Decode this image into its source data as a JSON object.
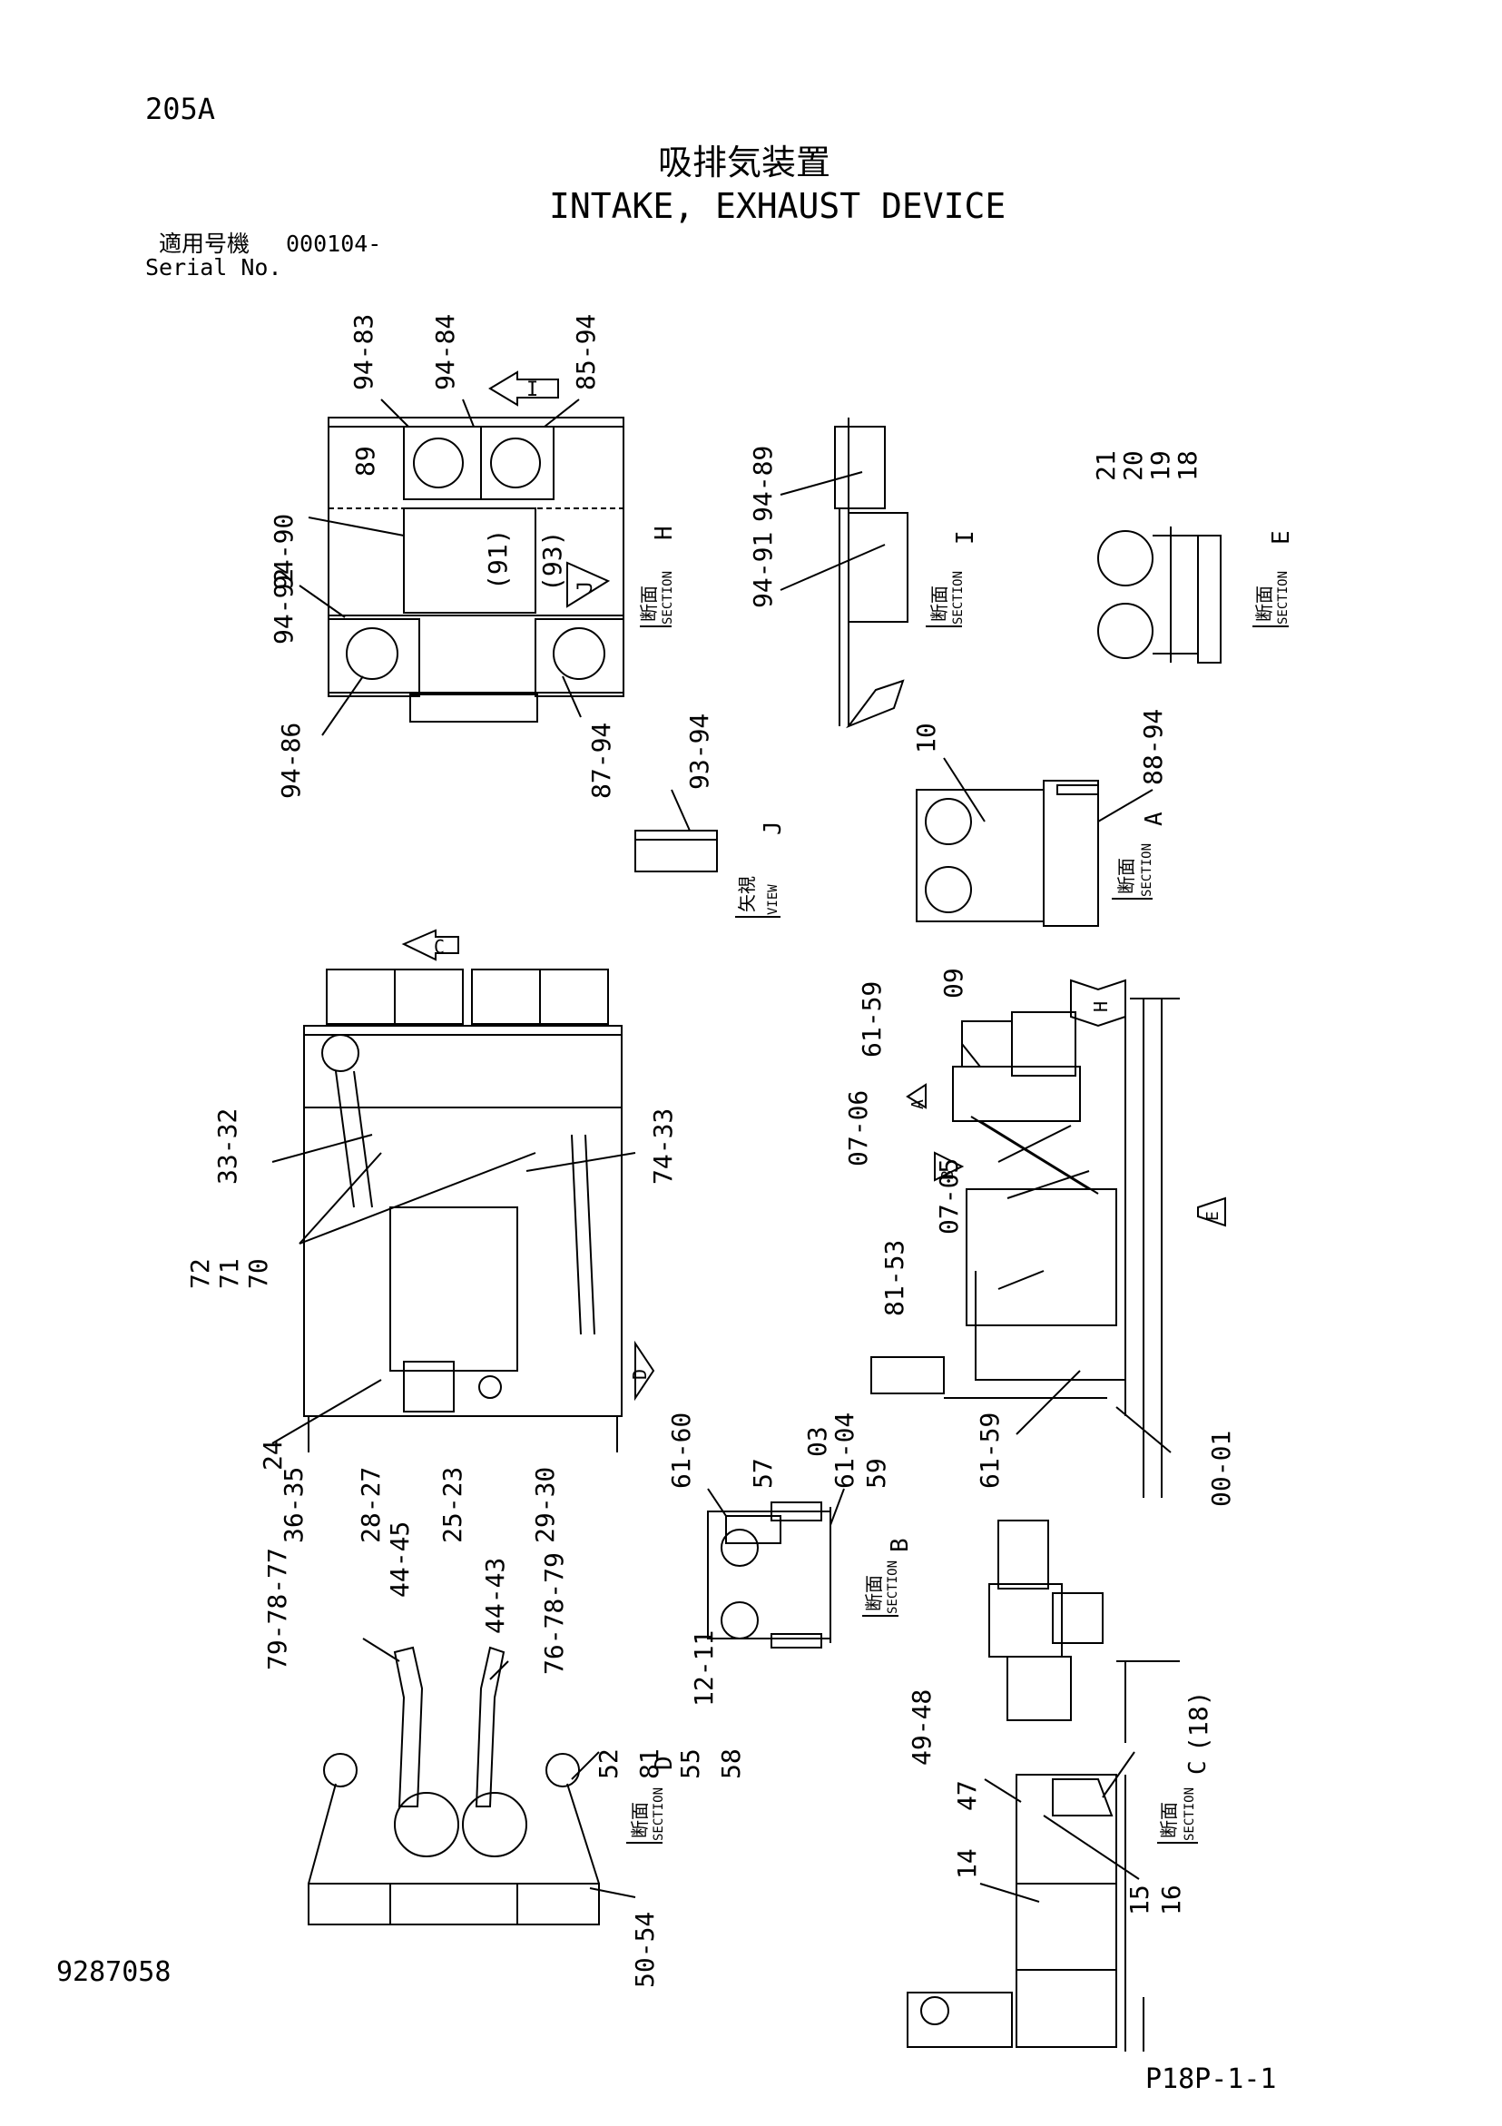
{
  "header": {
    "page_code": "205A",
    "title_jp": "吸排気装置",
    "title_en": "INTAKE, EXHAUST DEVICE",
    "serial_label_jp": "適用号機",
    "serial_value": "000104-",
    "serial_label_en": "Serial No."
  },
  "footer": {
    "doc_number": "9287058",
    "page_ref": "P18P-1-1"
  },
  "section_labels": {
    "jp": "断面",
    "view_jp": "矢視",
    "section_word": "SECTION",
    "view_word": "VIEW",
    "section_H": "H",
    "section_I": "I",
    "section_E": "E",
    "view_J": "J",
    "section_A": "A",
    "section_B": "B",
    "section_C": "C",
    "section_D": "D"
  },
  "view_arrows": {
    "I": "I",
    "J": "J",
    "C": "C",
    "H": "H",
    "A": "A",
    "B": "B",
    "E": "E",
    "D": "D"
  },
  "callouts": {
    "h1": "94-83",
    "h2": "94-84",
    "h3": "85-94",
    "h4": "89",
    "h5": "94-90",
    "h6": "(91)",
    "h7": "(93)",
    "h8": "94-92",
    "h9": "94-86",
    "h10": "87-94",
    "i1": "94-89",
    "i2": "94-91",
    "e1": "21",
    "e2": "20",
    "e3": "19",
    "e4": "18",
    "j1": "93-94",
    "a1": "10",
    "a2": "88-94",
    "t1": "33-32",
    "t2": "74-33",
    "t3": "72",
    "t4": "71",
    "t5": "70",
    "t6": "24",
    "t7": "36-35",
    "t8": "28-27",
    "t9": "25-23",
    "t10": "29-30",
    "s1": "61-59",
    "s2": "09",
    "s3": "07-06",
    "s4": "07-05",
    "s5": "81-53",
    "s6": "61-59",
    "s7": "00-01",
    "b1": "61-60",
    "b2": "57",
    "b3": "03",
    "b4": "61-04",
    "b5": "59",
    "b6": "12-11",
    "d1": "79-78-77",
    "d2": "44-45",
    "d3": "44-43",
    "d4": "76-78-79",
    "d5": "52",
    "d6": "81",
    "d7": "55",
    "d8": "58",
    "d9": "50-54",
    "c1": "49-48",
    "c2": "47",
    "c3": "(18)",
    "c4": "14",
    "c5": "15",
    "c6": "16"
  }
}
